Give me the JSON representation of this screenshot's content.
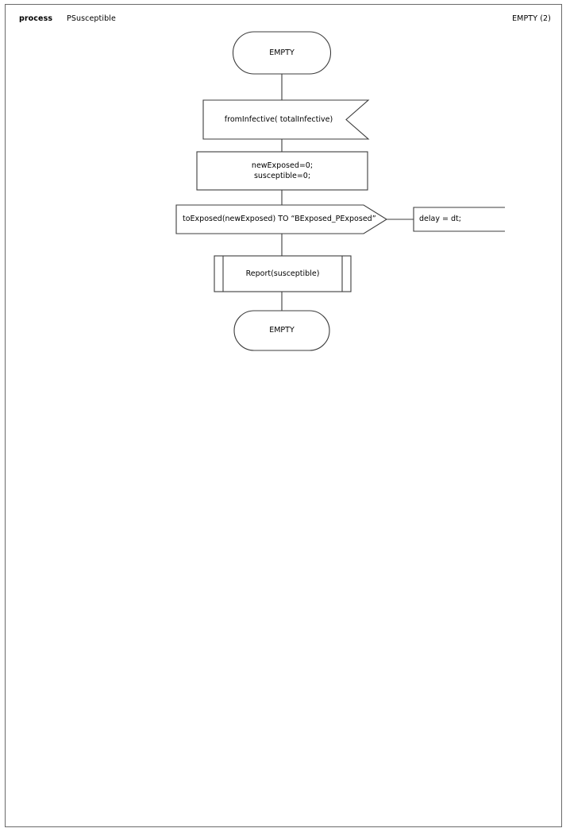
{
  "page": {
    "header": {
      "keyword": "process",
      "process_name": "PSusceptible",
      "right_label": "EMPTY (2)"
    }
  },
  "diagram": {
    "type": "flowchart",
    "nodes": [
      {
        "id": "start-terminal",
        "shape": "stadium",
        "label": "EMPTY",
        "role": "start"
      },
      {
        "id": "receive-from-infective",
        "shape": "receive",
        "label": "fromInfective( totalInfective)",
        "role": "message-receive"
      },
      {
        "id": "assignment-block",
        "shape": "rectangle",
        "label": "newExposed=0;\nsusceptible=0;",
        "role": "assignment"
      },
      {
        "id": "send-to-exposed",
        "shape": "send",
        "label": "toExposed(newExposed) TO “BExposed_PExposed”",
        "role": "message-send"
      },
      {
        "id": "delay-annotation",
        "shape": "open-bracket-note",
        "label": "delay = dt;",
        "role": "annotation"
      },
      {
        "id": "report-subroutine",
        "shape": "predefined-process",
        "label": "Report(susceptible)",
        "role": "subroutine-call"
      },
      {
        "id": "end-terminal",
        "shape": "stadium",
        "label": "EMPTY",
        "role": "end"
      }
    ],
    "edges": [
      {
        "from": "start-terminal",
        "to": "receive-from-infective"
      },
      {
        "from": "receive-from-infective",
        "to": "assignment-block"
      },
      {
        "from": "assignment-block",
        "to": "send-to-exposed"
      },
      {
        "from": "send-to-exposed",
        "to": "delay-annotation"
      },
      {
        "from": "send-to-exposed",
        "to": "report-subroutine"
      },
      {
        "from": "report-subroutine",
        "to": "end-terminal"
      }
    ],
    "colors": {
      "stroke": "#3c3c3c",
      "fill": "#ffffff",
      "frame": "#6a6a6a",
      "text": "#000000"
    }
  }
}
